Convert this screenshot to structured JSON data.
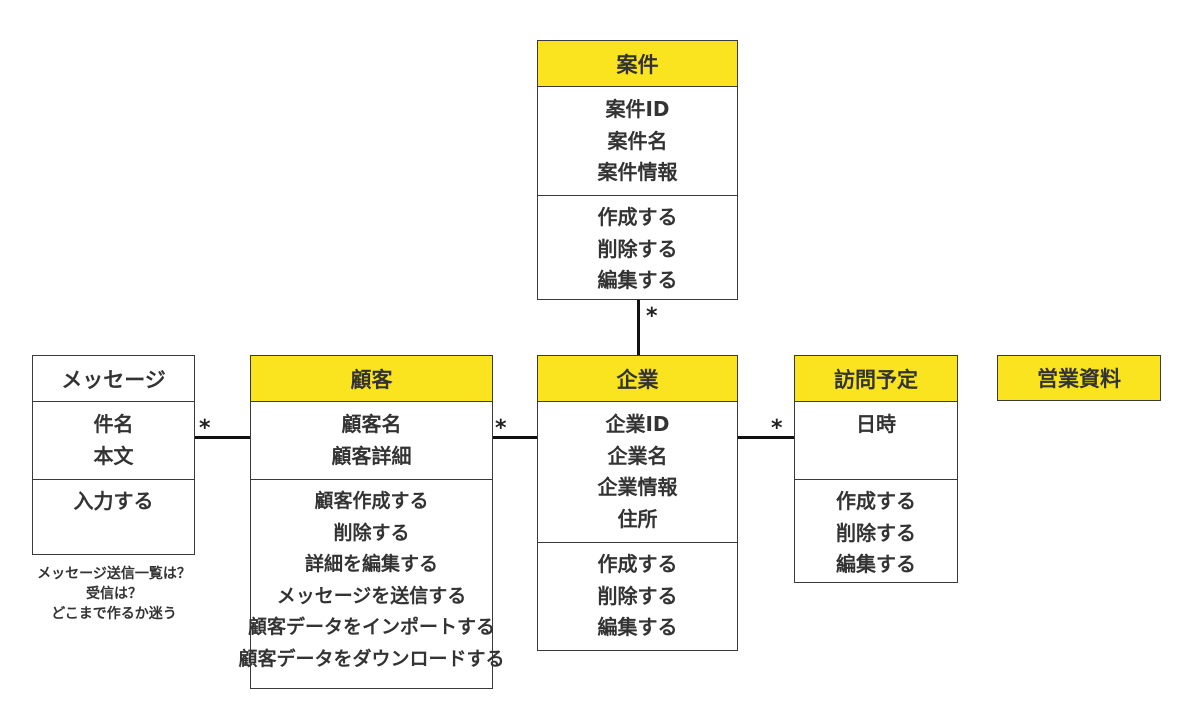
{
  "classes": {
    "anken": {
      "name": "案件",
      "attributes": [
        "案件ID",
        "案件名",
        "案件情報"
      ],
      "operations": [
        "作成する",
        "削除する",
        "編集する"
      ]
    },
    "message": {
      "name": "メッセージ",
      "attributes": [
        "件名",
        "本文"
      ],
      "operations": [
        "入力する"
      ]
    },
    "kokyaku": {
      "name": "顧客",
      "attributes": [
        "顧客名",
        "顧客詳細"
      ],
      "operations": [
        "顧客作成する",
        "削除する",
        "詳細を編集する",
        "メッセージを送信する",
        "顧客データをインポートする",
        "顧客データをダウンロードする"
      ]
    },
    "kigyo": {
      "name": "企業",
      "attributes": [
        "企業ID",
        "企業名",
        "企業情報",
        "住所"
      ],
      "operations": [
        "作成する",
        "削除する",
        "編集する"
      ]
    },
    "houmon": {
      "name": "訪問予定",
      "attributes": [
        "日時"
      ],
      "operations": [
        "作成する",
        "削除する",
        "編集する"
      ]
    },
    "eigyo": {
      "name": "営業資料"
    }
  },
  "multiplicity": {
    "anken_kigyo": "*",
    "message_kokyaku": "*",
    "kokyaku_kigyo": "*",
    "kigyo_houmon": "*"
  },
  "note": [
    "メッセージ送信一覧は？",
    "受信は？",
    "どこまで作るか迷う"
  ],
  "colors": {
    "header_highlight": "#f9e41f",
    "border": "#3a3a3a",
    "text": "#333333"
  }
}
